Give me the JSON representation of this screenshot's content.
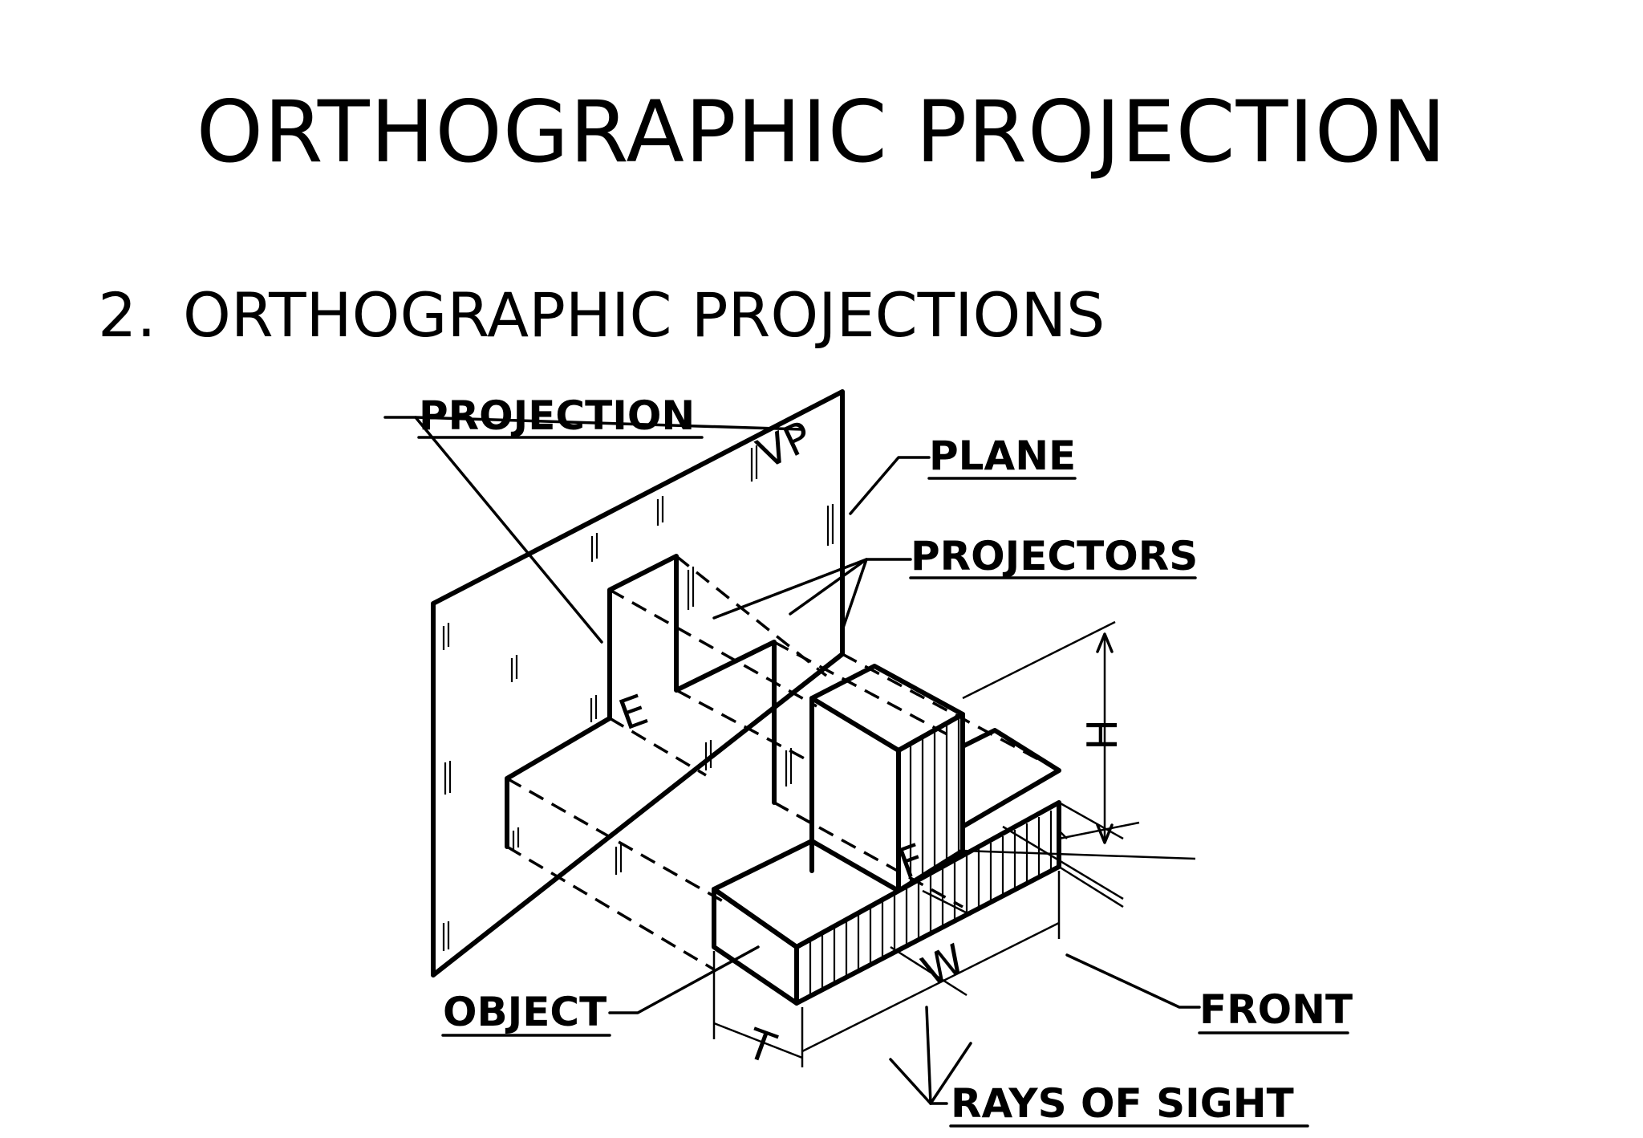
{
  "slide": {
    "title": "ORTHOGRAPHIC PROJECTION",
    "bullet_number": "2.",
    "bullet_text": "ORTHOGRAPHIC PROJECTIONS"
  },
  "diagram": {
    "labels": {
      "projection": "PROJECTION",
      "plane": "PLANE",
      "vp": "VP",
      "projectors": "PROJECTORS",
      "object": "OBJECT",
      "front": "FRONT",
      "rays_of_sight": "RAYS OF SIGHT",
      "e": "E",
      "f": "F",
      "h": "H",
      "w": "W",
      "t": "T"
    }
  }
}
